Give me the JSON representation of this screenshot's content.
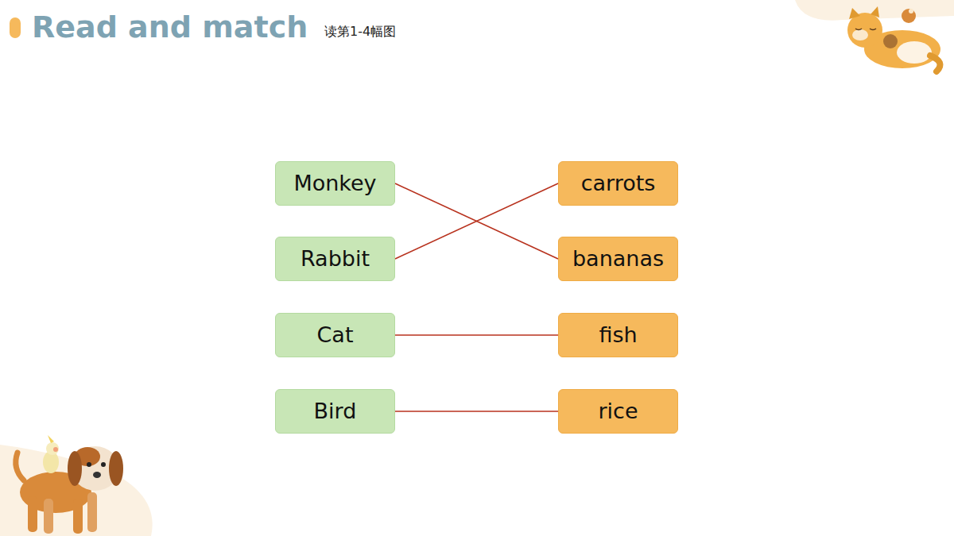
{
  "diagram": {
    "title": "Read and match",
    "nodes": [
      {
        "text": [
          "Monkey"
        ]
      },
      {
        "text": [
          "carrots"
        ]
      },
      {
        "text": [
          "Rabbit"
        ]
      },
      {
        "text": [
          "bananas"
        ]
      },
      {
        "text": [
          "Cat"
        ]
      },
      {
        "text": [
          "fish"
        ]
      },
      {
        "text": [
          "Bird"
        ]
      },
      {
        "text": [
          "rice"
        ]
      }
    ],
    "edges": [
      {
        "from": 0,
        "to": 3,
        "arrow": "none"
      },
      {
        "from": 2,
        "to": 1,
        "arrow": "none"
      },
      {
        "from": 4,
        "to": 5,
        "arrow": "none"
      },
      {
        "from": 6,
        "to": 7,
        "arrow": "none"
      }
    ],
    "labels": [
      "读第1-4幅图"
    ]
  }
}
